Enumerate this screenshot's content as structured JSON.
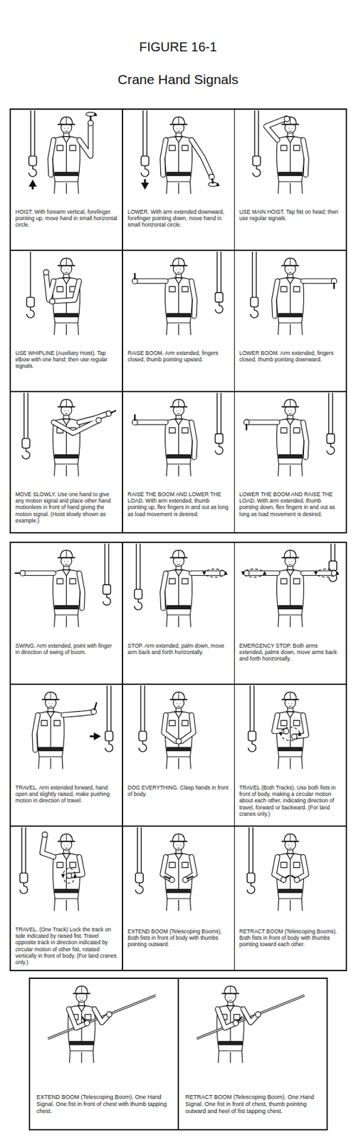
{
  "diagram": {
    "title": "FIGURE 16-1",
    "nodes": [
      {
        "text": [
          "HOIST. With forearm vertical, forefinger pointing up, move hand in small horizontal circle."
        ]
      },
      {
        "text": [
          "LOWER. With arm extended downward, forefinger pointing down, move hand in small horizontal circle."
        ]
      },
      {
        "text": [
          "USE MAIN HOIST. Tap fist on head; then use regular signals."
        ]
      },
      {
        "text": [
          "USE WHIPLINE (Auxiliary Hoist). Tap elbow with one hand; then use regular signals."
        ]
      },
      {
        "text": [
          "RAISE BOOM. Arm extended, fingers closed, thumb pointing upward."
        ]
      },
      {
        "text": [
          "LOWER BOOM. Arm extended, fingers closed, thumb pointing downward."
        ]
      },
      {
        "text": [
          "MOVE SLOWLY. Use one hand to give any motion signal and place other hand motionless in front of hand giving the motion signal. (Hoist slowly shown as example.)"
        ]
      },
      {
        "text": [
          "RAISE THE BOOM AND LOWER THE LOAD. With arm extended, thumb pointing up, flex fingers in and out as long as load movement is desired."
        ]
      },
      {
        "text": [
          "LOWER THE BOOM AND RAISE THE LOAD. With arm extended, thumb pointing down, flex fingers in and out as long as load movement is desired."
        ]
      },
      {
        "text": [
          "SWING. Arm extended, point with finger in direction of swing of boom."
        ]
      },
      {
        "text": [
          "STOP. Arm extended, palm down, move arm back and forth horizontally."
        ]
      },
      {
        "text": [
          "EMERGENCY STOP. Both arms extended, palms down, move arms back and forth horizontally."
        ]
      },
      {
        "text": [
          "TRAVEL. Arm extended forward, hand open and slightly raised, make pushing motion in direction of travel."
        ]
      },
      {
        "text": [
          "DOG EVERYTHING. Clasp hands in front of body."
        ]
      },
      {
        "text": [
          "TRAVEL (Both Tracks). Use both fists in front of body, making a circular motion about each other, indicating direction of travel, forward or backward. (For land cranes only.)"
        ]
      },
      {
        "text": [
          "TRAVEL. (One Track) Lock the track on side indicated by raised fist. Travel opposite track in direction indicated by circular motion of other fist, rotated vertically in front of body. (For land cranes only.)"
        ]
      },
      {
        "text": [
          "EXTEND BOOM (Telescoping Booms). Both fists in front of body with thumbs pointing outward."
        ]
      },
      {
        "text": [
          "RETRACT BOOM (Telescoping Booms). Both fists in front of body with thumbs pointing toward each other."
        ]
      },
      {
        "text": [
          "EXTEND BOOM (Telescoping Boom). One Hand Signal. One fist in front of chest with thumb tapping chest."
        ]
      },
      {
        "text": [
          "RETRACT BOOM (Telescoping Boom). One Hand Signal. One fist in front of chest, thumb pointing outward and heel of fist tapping chest."
        ]
      }
    ],
    "labels": [
      "Crane Hand Signals"
    ]
  }
}
